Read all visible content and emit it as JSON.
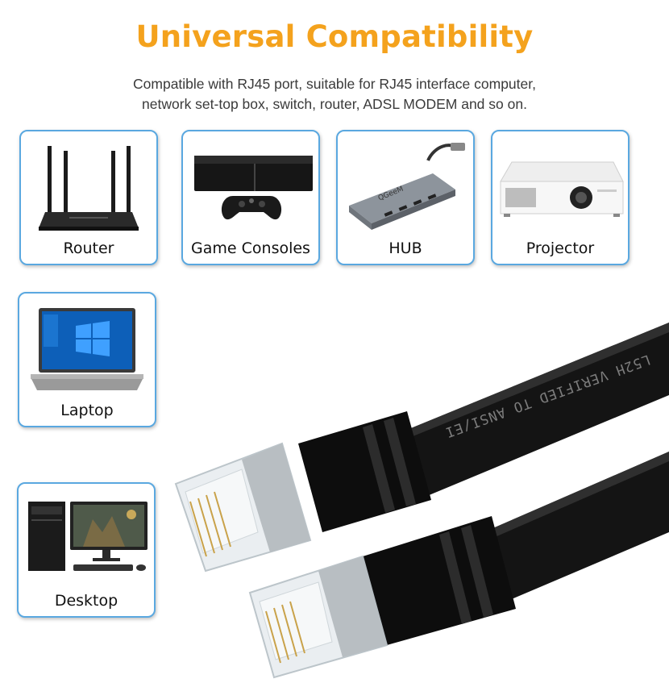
{
  "header": {
    "title": "Universal Compatibility",
    "subtitle_line1": "Compatible with RJ45 port, suitable for RJ45 interface computer,",
    "subtitle_line2": "network set-top box, switch, router, ADSL MODEM and so on."
  },
  "devices": [
    {
      "label": "Router",
      "icon": "router-icon"
    },
    {
      "label": "Game Consoles",
      "icon": "game-console-icon"
    },
    {
      "label": "HUB",
      "icon": "usb-hub-icon"
    },
    {
      "label": "Projector",
      "icon": "projector-icon"
    },
    {
      "label": "Laptop",
      "icon": "laptop-icon"
    },
    {
      "label": "Desktop",
      "icon": "desktop-icon"
    }
  ],
  "cable": {
    "jacket_print_1": "L52H VERIFIED TO ANSI/EI",
    "hub_logo": "QGeeM"
  },
  "colors": {
    "title": "#f4a21d",
    "card_border": "#5aa8e0",
    "cable": "#141414"
  }
}
